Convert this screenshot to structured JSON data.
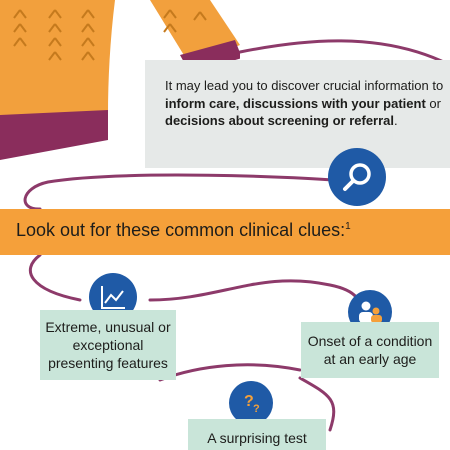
{
  "intro": {
    "part1": "It may lead you to discover crucial information to ",
    "bold1": "inform care, discussions with your patient",
    "part2": " or ",
    "bold2": "decisions about screening or referral",
    "part3": "."
  },
  "banner": {
    "text": "Look out for these common clinical clues:",
    "superscript": "1"
  },
  "clues": [
    {
      "label": "Extreme, unusual or exceptional presenting features",
      "icon": "chart-icon"
    },
    {
      "label": "Onset of a condition at an early age",
      "icon": "people-icon"
    },
    {
      "label": "A surprising test",
      "icon": "question-icon"
    }
  ],
  "colors": {
    "accent_blue": "#1f5aa6",
    "banner_orange": "#f5a03a",
    "panel_grey": "#e6e9e8",
    "clue_green": "#c9e5d9",
    "sweater_orange": "#f2a03d",
    "cuff_plum": "#8a2d5c",
    "thread_plum": "#8d3a6a"
  }
}
